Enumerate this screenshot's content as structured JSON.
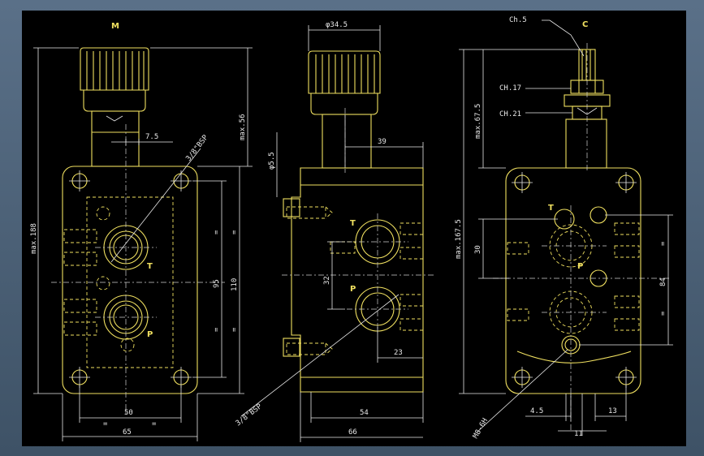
{
  "views": {
    "left": {
      "port_m": "M",
      "port_t": "T",
      "port_p": "P",
      "dims": {
        "max_188": "max.188",
        "max_56": "max.56",
        "d_7_5": "7.5",
        "thread_left": "3/8\"BSP",
        "d_95": "95",
        "d_110": "110",
        "d_50": "50",
        "d_65": "65",
        "eq_a": "=",
        "eq_b": "=",
        "eq_c": "=",
        "eq_d": "=",
        "eq_e": "=",
        "eq_f": "="
      }
    },
    "middle": {
      "port_t": "T",
      "port_p": "P",
      "dims": {
        "phi_34_5": "φ34.5",
        "phi_5_5": "φ5.5",
        "d_39": "39",
        "d_32": "32",
        "d_23": "23",
        "d_54": "54",
        "d_66": "66",
        "thread_mid": "3/8\"BSP"
      }
    },
    "right": {
      "port_c": "C",
      "port_t": "T",
      "port_p": "P",
      "dims": {
        "ch_5": "Ch.5",
        "ch_17": "CH.17",
        "ch_21": "CH.21",
        "max_67_5": "max.67.5",
        "max_167_5": "max.167.5",
        "d_30": "30",
        "d_84": "84",
        "d_4_5": "4.5",
        "d_13": "13",
        "d_11": "11",
        "thread_m8": "M8-6H",
        "eq_g": "=",
        "eq_h": "="
      }
    }
  },
  "colors": {
    "background": "#000000",
    "outline": "#f0e060",
    "dimension": "#e8e8e8",
    "frame": "#4a5f75"
  }
}
